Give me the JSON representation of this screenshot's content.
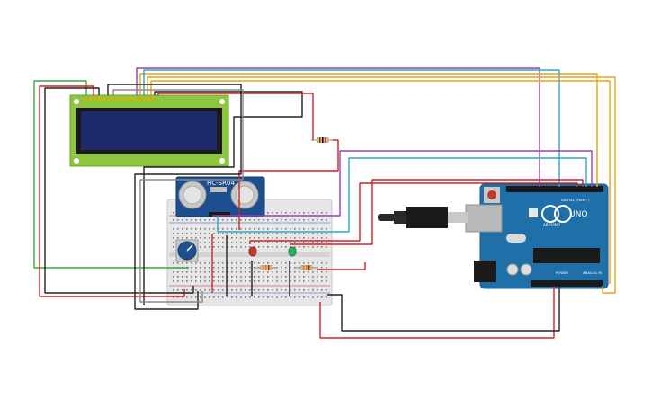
{
  "sensor": {
    "model_label": "HC-SR04"
  },
  "arduino": {
    "brand_label": "ARDUINO",
    "model_label": "UNO",
    "digital_label": "DIGITAL (PWM~)",
    "power_label": "POWER",
    "analog_label": "ANALOG IN"
  },
  "colors": {
    "wire_red": "#d61f26",
    "wire_black": "#222222",
    "wire_green": "#3aa63a",
    "wire_purple": "#9b3fb5",
    "wire_orange": "#e8a317",
    "wire_cyan": "#29a8c6",
    "wire_gray": "#8a8a8a",
    "lcd_board": "#8dc63f",
    "lcd_screen": "#1e2a6e",
    "arduino_board": "#1f6fa8",
    "breadboard": "#e6e6e6",
    "sensor_board": "#1d4f8f"
  }
}
